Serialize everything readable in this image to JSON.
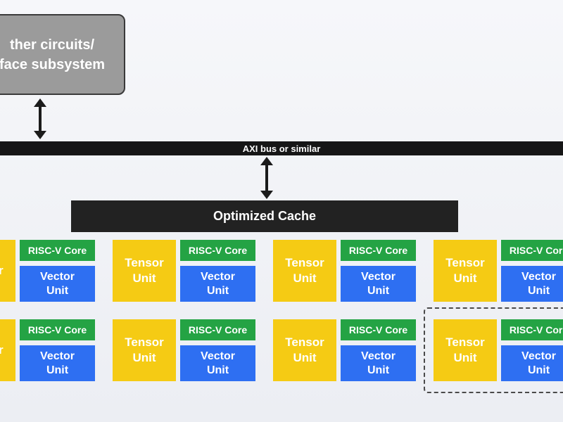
{
  "diagram": {
    "subsystem_label": "ther circuits/\nface subsystem",
    "bus_label": "AXI bus or similar",
    "cache_label": "Optimized Cache",
    "cluster": {
      "tensor_label": "Tensor\nUnit",
      "tensor_label_clipped": "r",
      "core_label": "RISC-V Core",
      "vector_label": "Vector\nUnit"
    }
  }
}
